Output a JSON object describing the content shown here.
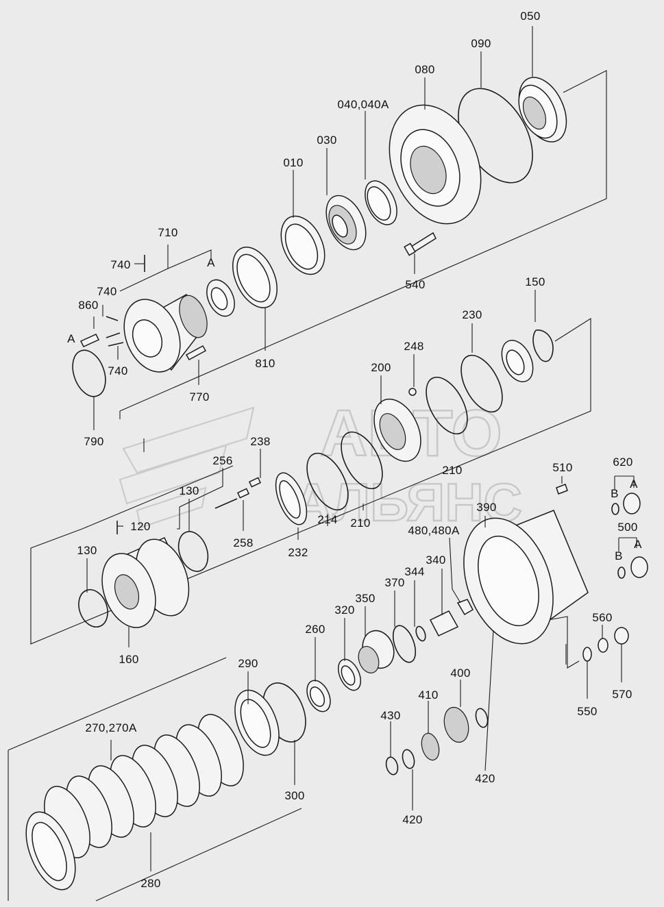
{
  "watermark": {
    "line1": "АВТО",
    "line2": "АЛЬЯНС"
  },
  "labels": {
    "l050": "050",
    "l090": "090",
    "l080": "080",
    "l040": "040,040A",
    "l030": "030",
    "l010": "010",
    "l540": "540",
    "l710": "710",
    "l740a": "740",
    "l740b": "740",
    "l740c": "740",
    "l860": "860",
    "lA1": "A",
    "lA2": "A",
    "l810": "810",
    "l770": "770",
    "l790": "790",
    "l150": "150",
    "l230": "230",
    "l248": "248",
    "l200": "200",
    "l210a": "210",
    "l210b": "210",
    "l238": "238",
    "l256": "256",
    "l258": "258",
    "l130a": "130",
    "l130b": "130",
    "l120": "120",
    "l232": "232",
    "l214": "214",
    "l160": "160",
    "l510": "510",
    "l620": "620",
    "lB1": "B",
    "lA3": "A",
    "l500": "500",
    "lB2": "B",
    "lA4": "A",
    "l390": "390",
    "l480": "480,480A",
    "l340": "340",
    "l344": "344",
    "l370": "370",
    "l350": "350",
    "l320": "320",
    "l260": "260",
    "l560": "560",
    "l570": "570",
    "l550": "550",
    "l290": "290",
    "l300": "300",
    "l400": "400",
    "l410": "410",
    "l430": "430",
    "l420a": "420",
    "l420b": "420",
    "l270": "270,270A",
    "l280": "280"
  }
}
